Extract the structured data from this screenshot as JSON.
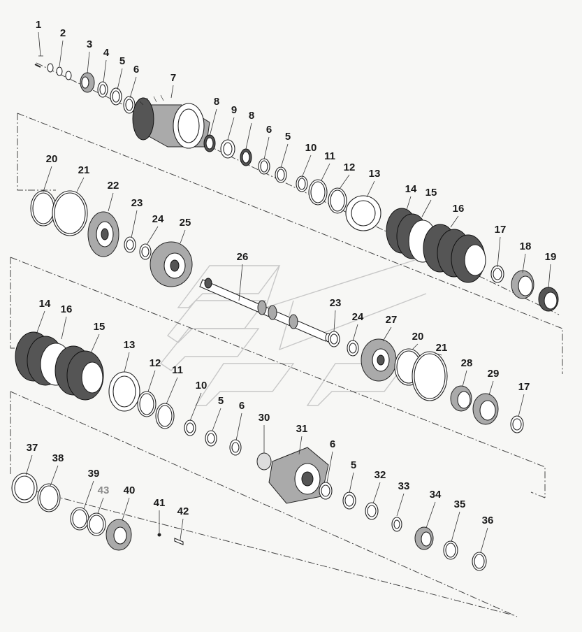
{
  "diagram": {
    "callouts": [
      {
        "label": "1"
      },
      {
        "label": "2"
      },
      {
        "label": "3"
      },
      {
        "label": "4"
      },
      {
        "label": "5"
      },
      {
        "label": "6"
      },
      {
        "label": "7"
      },
      {
        "label": "8"
      },
      {
        "label": "9"
      },
      {
        "label": "8"
      },
      {
        "label": "6"
      },
      {
        "label": "5"
      },
      {
        "label": "10"
      },
      {
        "label": "11"
      },
      {
        "label": "12"
      },
      {
        "label": "13"
      },
      {
        "label": "14"
      },
      {
        "label": "15"
      },
      {
        "label": "16"
      },
      {
        "label": "17"
      },
      {
        "label": "18"
      },
      {
        "label": "19"
      },
      {
        "label": "20"
      },
      {
        "label": "21"
      },
      {
        "label": "22"
      },
      {
        "label": "23"
      },
      {
        "label": "24"
      },
      {
        "label": "25"
      },
      {
        "label": "26"
      },
      {
        "label": "23"
      },
      {
        "label": "24"
      },
      {
        "label": "27"
      },
      {
        "label": "20"
      },
      {
        "label": "21"
      },
      {
        "label": "28"
      },
      {
        "label": "29"
      },
      {
        "label": "17"
      },
      {
        "label": "14"
      },
      {
        "label": "16"
      },
      {
        "label": "15"
      },
      {
        "label": "13"
      },
      {
        "label": "12"
      },
      {
        "label": "11"
      },
      {
        "label": "10"
      },
      {
        "label": "5"
      },
      {
        "label": "6"
      },
      {
        "label": "30"
      },
      {
        "label": "31"
      },
      {
        "label": "6"
      },
      {
        "label": "5"
      },
      {
        "label": "32"
      },
      {
        "label": "33"
      },
      {
        "label": "34"
      },
      {
        "label": "35"
      },
      {
        "label": "36"
      },
      {
        "label": "37"
      },
      {
        "label": "38"
      },
      {
        "label": "39"
      },
      {
        "label": "43"
      },
      {
        "label": "40"
      },
      {
        "label": "41"
      },
      {
        "label": "42"
      }
    ],
    "colors": {
      "background": "#f7f7f5",
      "ink": "#1a1a1a",
      "grey_label": "#8a8a8a",
      "watermark": "#c7c7c7"
    }
  }
}
